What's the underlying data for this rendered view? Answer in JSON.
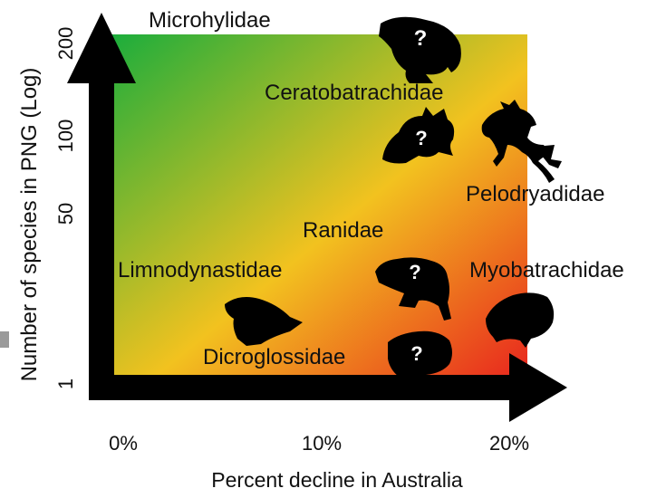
{
  "figure": {
    "y_axis_label": "Number of species in PNG (Log)",
    "x_axis_label": "Percent decline in Australia",
    "y_ticks": [
      "200",
      "100",
      "50",
      "1"
    ],
    "x_ticks": [
      "0%",
      "10%",
      "20%"
    ],
    "gradient_colors": {
      "top_left": "#1aad3c",
      "middle": "#f2c21f",
      "bottom_right": "#e8241e"
    },
    "families": [
      {
        "name": "Microhylidae",
        "uncertain": true,
        "mark": "?"
      },
      {
        "name": "Ceratobatrachidae",
        "uncertain": true,
        "mark": "?"
      },
      {
        "name": "Pelodryadidae",
        "uncertain": false
      },
      {
        "name": "Ranidae",
        "uncertain": true,
        "mark": "?"
      },
      {
        "name": "Limnodynastidae",
        "uncertain": false
      },
      {
        "name": "Myobatrachidae",
        "uncertain": false
      },
      {
        "name": "Dicroglossidae",
        "uncertain": true,
        "mark": "?"
      }
    ],
    "icon": "frog-silhouette-icon"
  }
}
